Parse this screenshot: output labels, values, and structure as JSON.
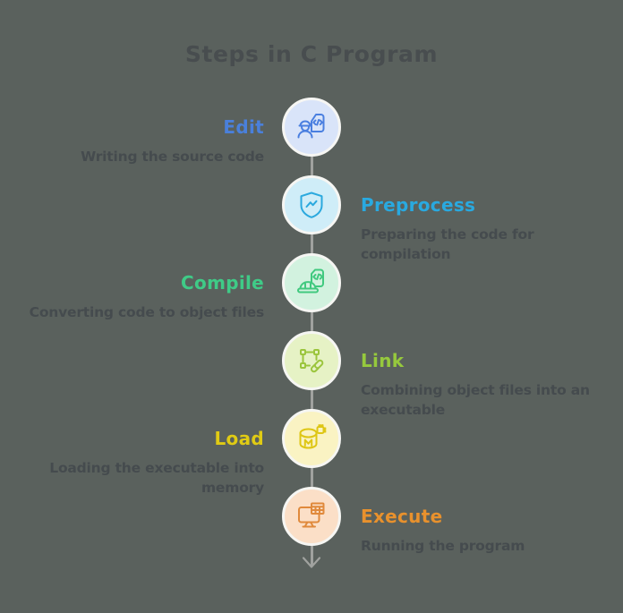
{
  "page": {
    "background_color": "#5A615D",
    "title": "Steps in C Program",
    "title_color": "#484D4F"
  },
  "timeline": {
    "line_color": "#A0A29F",
    "arrow_direction": "down"
  },
  "description_color": "#454B4E",
  "steps": [
    {
      "label": "Edit",
      "description": "Writing the source code",
      "side": "left",
      "label_color": "#4A80DB",
      "icon_color": "#4A7FE0",
      "circle_bg": "#D9E4F9",
      "icon": "engineer-code-icon"
    },
    {
      "label": "Preprocess",
      "description": "Preparing the code for\ncompilation",
      "side": "right",
      "label_color": "#29A9E0",
      "icon_color": "#2BA9DE",
      "circle_bg": "#CFEDF8",
      "icon": "shield-code-icon"
    },
    {
      "label": "Compile",
      "description": "Converting code to object files",
      "side": "left",
      "label_color": "#3FCB87",
      "icon_color": "#41C97F",
      "circle_bg": "#D2F2DF",
      "icon": "hardhat-code-icon"
    },
    {
      "label": "Link",
      "description": "Combining object files into an\nexecutable",
      "side": "right",
      "label_color": "#96C93D",
      "icon_color": "#9BC53D",
      "circle_bg": "#E6F2C5",
      "icon": "link-frame-icon"
    },
    {
      "label": "Load",
      "description": "Loading the executable into\nmemory",
      "side": "left",
      "label_color": "#E0CB14",
      "icon_color": "#DEC614",
      "circle_bg": "#FAF3C3",
      "icon": "memory-database-icon"
    },
    {
      "label": "Execute",
      "description": "Running the program",
      "side": "right",
      "label_color": "#E8912D",
      "icon_color": "#E08A3C",
      "circle_bg": "#FBDFC7",
      "icon": "monitor-table-icon"
    }
  ]
}
